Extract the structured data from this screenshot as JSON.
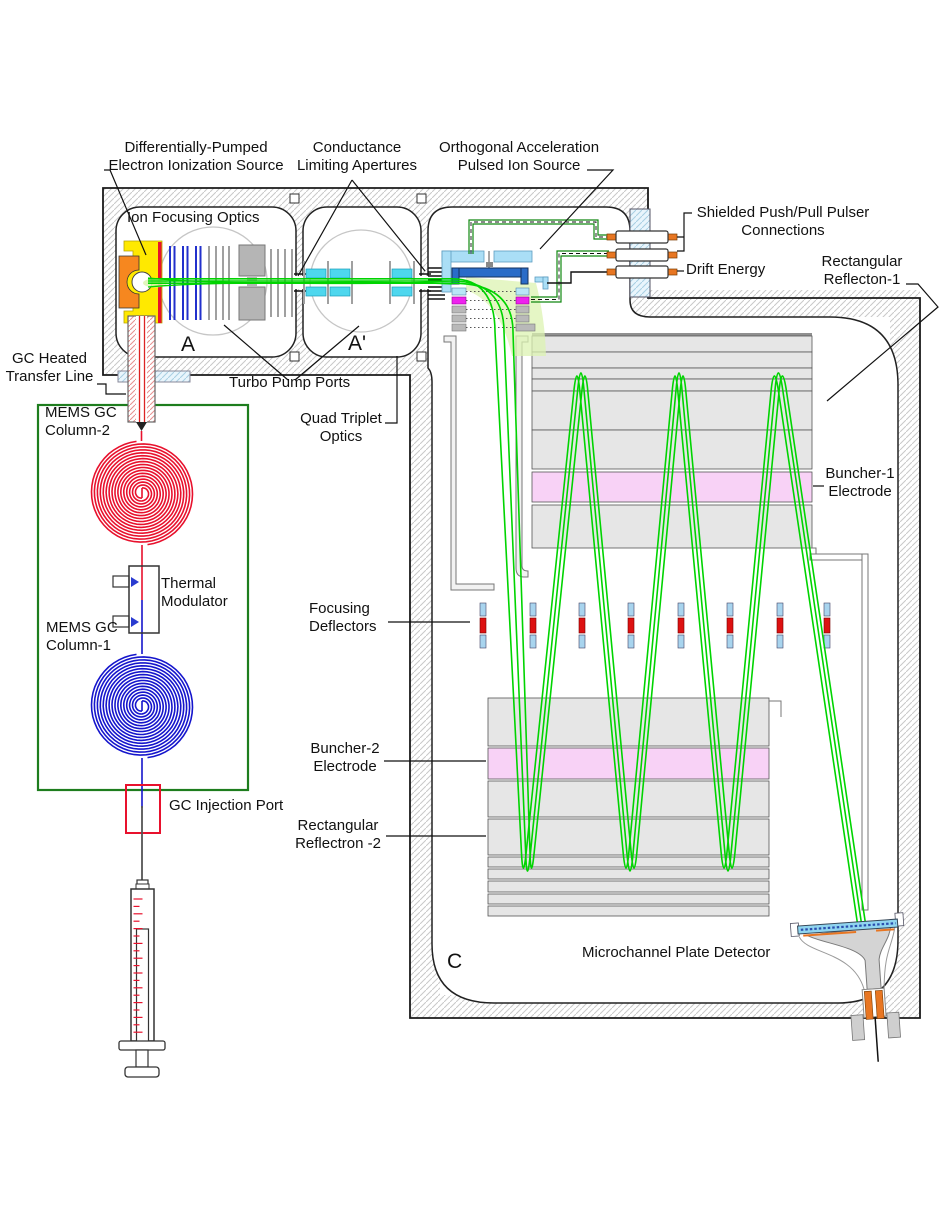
{
  "diagram": {
    "labels": {
      "ei_source": "Differentially-Pumped\nElectron Ionization Source",
      "ion_focusing_optics": "Ion Focusing Optics",
      "conductance_apertures": "Conductance\nLimiting Apertures",
      "oa_pulsed_source": "Orthogonal Acceleration\nPulsed Ion Source",
      "pulser_connections": "Shielded Push/Pull Pulser\nConnections",
      "drift_energy": "Drift Energy",
      "reflectron_1": "Rectangular\nReflecton-1",
      "turbo_pump_ports": "Turbo Pump Ports",
      "quad_triplet_optics": "Quad Triplet\nOptics",
      "gc_heated_transfer_line": "GC Heated\nTransfer Line",
      "mems_gc_column_2": "MEMS GC\nColumn-2",
      "thermal_modulator": "Thermal\nModulator",
      "mems_gc_column_1": "MEMS GC\nColumn-1",
      "gc_injection_port": "GC Injection Port",
      "buncher_1": "Buncher-1\nElectrode",
      "focusing_deflectors": "Focusing\nDeflectors",
      "buncher_2": "Buncher-2\nElectrode",
      "reflectron_2": "Rectangular\nReflectron -2",
      "mcp_detector": "Microchannel Plate Detector"
    },
    "section_letters": {
      "a": "A",
      "a_prime": "A'",
      "c": "C"
    },
    "colors": {
      "beam_green": "#00d400",
      "column_red": "#e8112d",
      "column_blue": "#1515cc",
      "electrode_pink": "#f8d2f6",
      "electrode_magenta": "#ee22ee",
      "lens_cyan": "#4ed7ee",
      "source_yellow": "#ffe900",
      "source_orange": "#f6871f",
      "oven_border_green": "#1e7d1e",
      "connector_orange": "#e87622",
      "deflector_red": "#dd1111",
      "deflector_blue": "#a8d4ee"
    }
  }
}
